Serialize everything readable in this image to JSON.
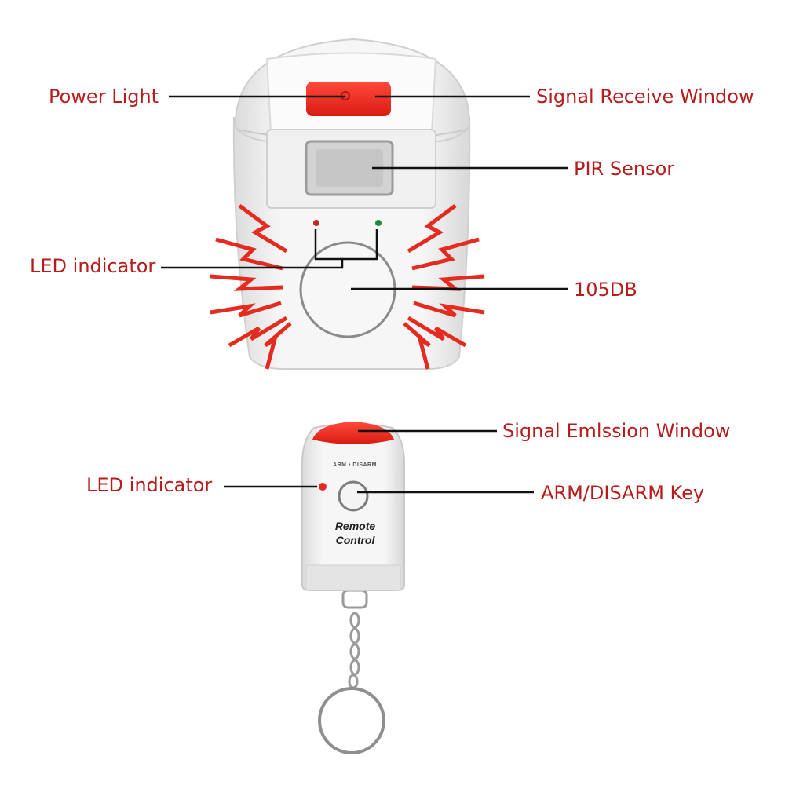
{
  "colors": {
    "label_text": "#b71c1c",
    "leader_line": "#111111",
    "alert_red": "#e52b1f",
    "device_body": "#f3f3f3",
    "device_shadow": "#d6d6d6"
  },
  "alarm_unit": {
    "labels": {
      "power_light": "Power Light",
      "signal_receive_window": "Signal Receive Window",
      "pir_sensor": "PIR Sensor",
      "led_indicator": "LED indicator",
      "speaker": "105DB"
    }
  },
  "remote": {
    "labels": {
      "signal_emission_window": "Signal Emlssion Window",
      "led_indicator": "LED indicator",
      "arm_disarm_key": "ARM/DISARM Key"
    },
    "printed_text": {
      "key_caption": "ARM • DISARM",
      "brand_line1": "Remote",
      "brand_line2": "Control"
    }
  },
  "icons": [
    "alarm-device-icon",
    "sound-wave-icon",
    "remote-control-icon",
    "keychain-icon"
  ]
}
